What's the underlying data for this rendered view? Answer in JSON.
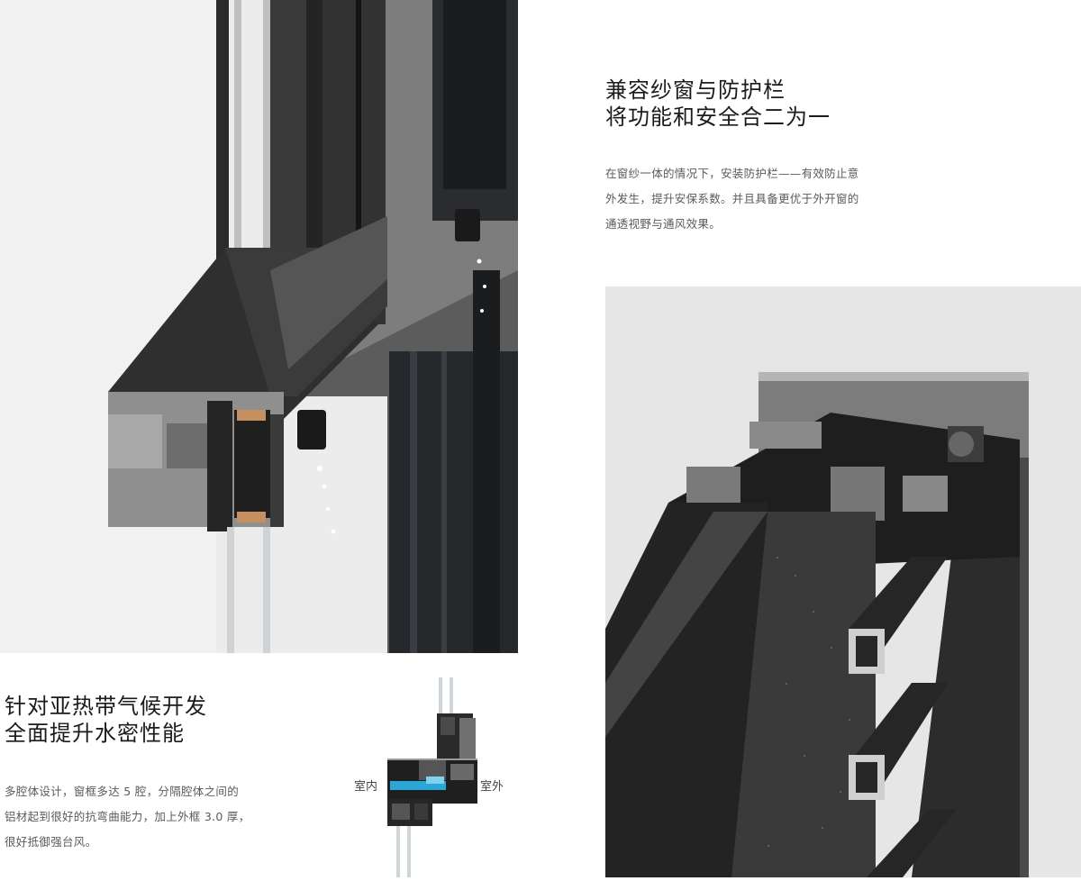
{
  "feature_top": {
    "heading_line1": "兼容纱窗与防护栏",
    "heading_line2": "将功能和安全合二为一",
    "body_line1": "在窗纱一体的情况下，安装防护栏——有效防止意",
    "body_line2": "外发生，提升安保系数。并且具备更优于外开窗的",
    "body_line3": "通透视野与通风效果。"
  },
  "feature_bottom": {
    "heading_line1": "针对亚热带气候开发",
    "heading_line2": "全面提升水密性能",
    "body_line1": "多腔体设计，窗框多达 5 腔，分隔腔体之间的",
    "body_line2": "铝材起到很好的抗弯曲能力，加上外框 3.0 厚，",
    "body_line3": "很好抵御强台风。"
  },
  "section_diagram": {
    "label_indoor": "室内",
    "label_outdoor": "室外"
  },
  "colors": {
    "frame_dark": "#1e1e1e",
    "frame_mid": "#3a3a3a",
    "aluminium_gray": "#8a8a8a",
    "seal_blue": "#2aa7d8",
    "text_heading": "#1b1b1b",
    "text_body": "#5a5a5a"
  }
}
